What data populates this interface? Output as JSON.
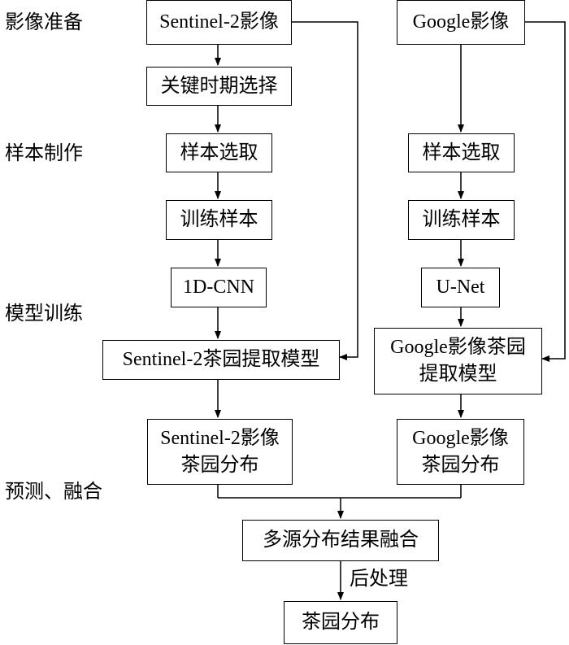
{
  "stages": {
    "imagery_prep": "影像准备",
    "sample_making": "样本制作",
    "model_training": "模型训练",
    "predict_fuse": "预测、融合"
  },
  "left": {
    "sentinel_image": "Sentinel-2影像",
    "key_period": "关键时期选择",
    "sample_select": "样本选取",
    "train_samples": "训练样本",
    "cnn": "1D-CNN",
    "model": "Sentinel-2茶园提取模型",
    "dist_line1": "Sentinel-2影像",
    "dist_line2": "茶园分布"
  },
  "right": {
    "google_image": "Google影像",
    "sample_select": "样本选取",
    "train_samples": "训练样本",
    "unet": "U-Net",
    "model_line1": "Google影像茶园",
    "model_line2": "提取模型",
    "dist_line1": "Google影像",
    "dist_line2": "茶园分布"
  },
  "bottom": {
    "fusion": "多源分布结果融合",
    "postprocess": "后处理",
    "final": "茶园分布"
  }
}
